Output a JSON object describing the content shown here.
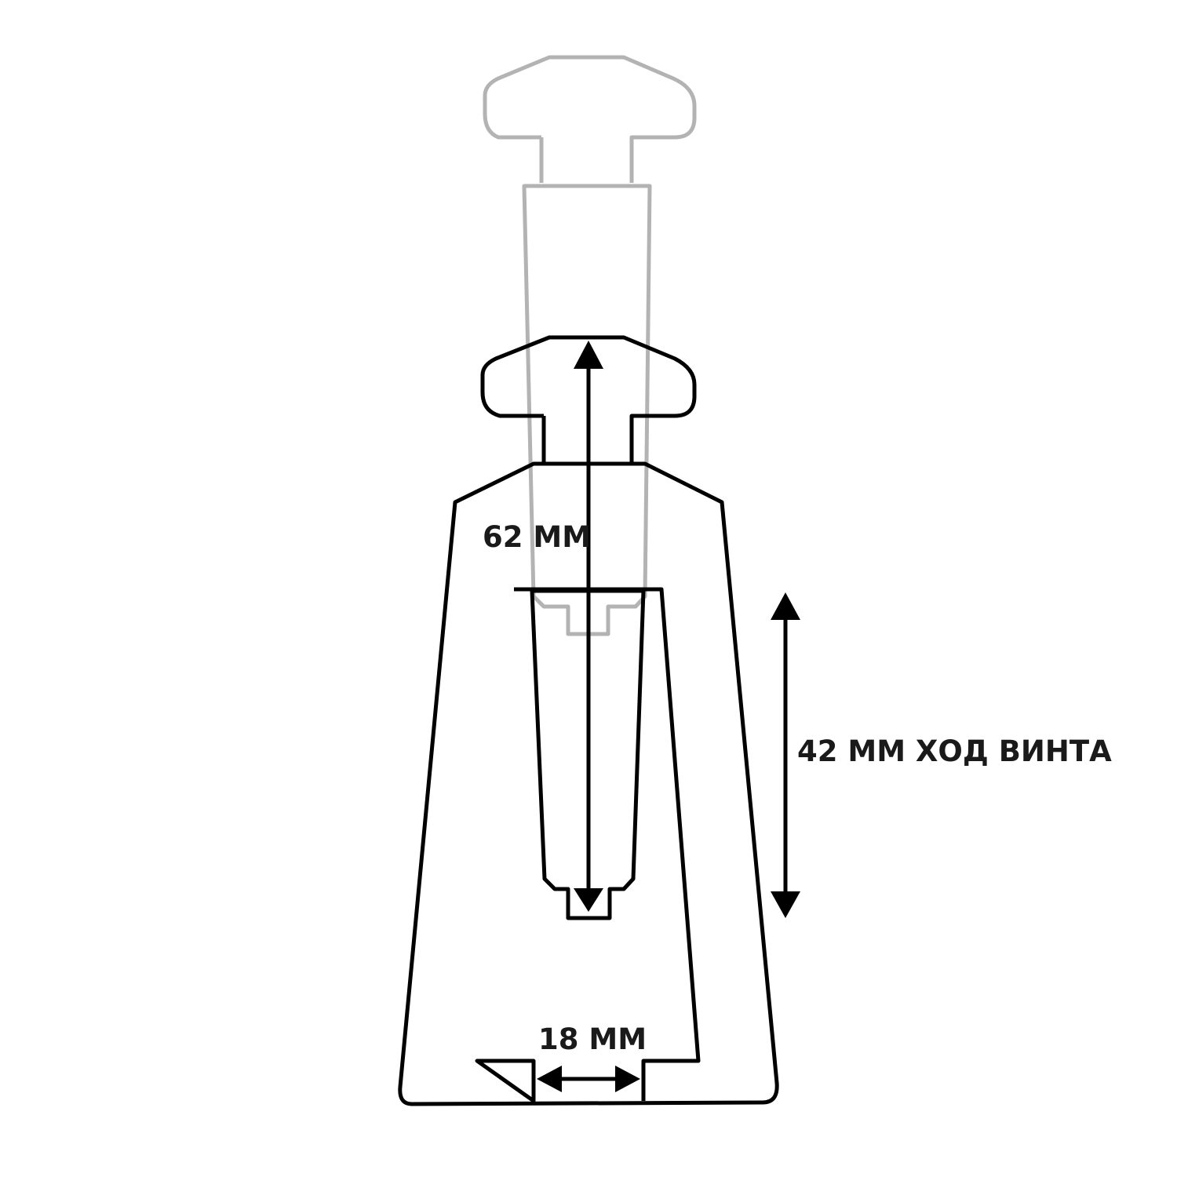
{
  "labels": {
    "screw_length": "62 ММ",
    "screw_travel": "42 ММ ХОД ВИНТА",
    "slot_width": "18 ММ"
  },
  "colors": {
    "outline": "#000000",
    "ghost_outline": "#b3b3b3",
    "text": "#1a1a1a",
    "background": "#ffffff"
  }
}
